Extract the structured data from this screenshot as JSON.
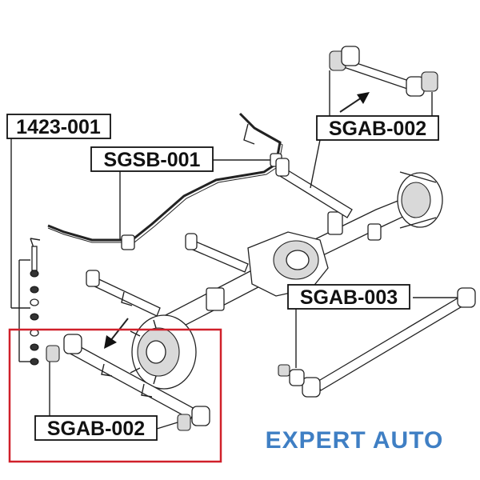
{
  "labels": {
    "kit_1423": "1423-001",
    "sgsb": "SGSB-001",
    "sgab_upper": "SGAB-002",
    "sgab_003": "SGAB-003",
    "sgab_lower": "SGAB-002"
  },
  "brand": {
    "text": "EXPERT AUTO",
    "color": "#3f7fc4"
  },
  "colors": {
    "highlight_box": "#d0202a",
    "label_border": "#111111"
  }
}
